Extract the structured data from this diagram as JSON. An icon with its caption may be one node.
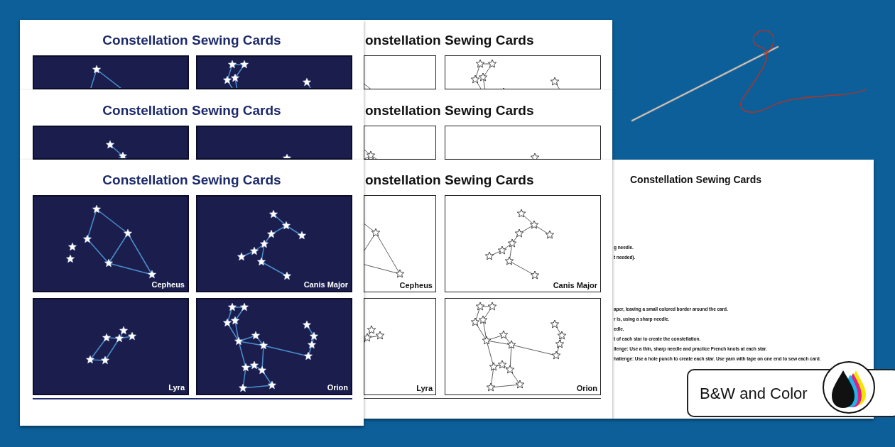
{
  "diagram": {
    "labels": [
      "Constellation Sewing Cards",
      "Constellation Sewing Cards",
      "Constellation Sewing Cards",
      "onstellation Sewing Cards",
      "onstellation Sewing Cards",
      "onstellation Sewing Cards",
      "Constellation Sewing Cards",
      "Cepheus",
      "Canis Major",
      "Lyra",
      "Orion",
      "Cepheus",
      "Canis Major",
      "Lyra",
      "Orion",
      "g needle.",
      "t needed).",
      "aper, leaving a small colored border around the card.",
      "r is, using a sharp needle.",
      "edle.",
      "t of each star to create the constellation.",
      "llenge: Use a thin, sharp needle and practice French knots at each star.",
      "hallenge: Use a hole punch to create each star. Use yarn with tape on one end to sew each card.",
      "B&W and Color"
    ]
  }
}
